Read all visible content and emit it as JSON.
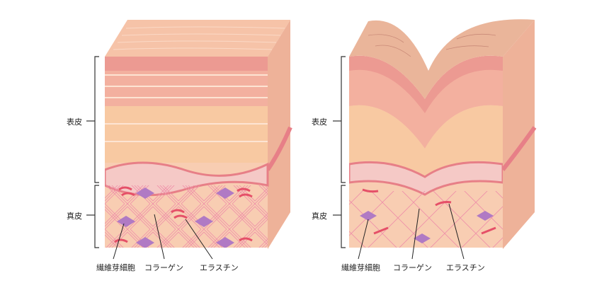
{
  "left_diagram": {
    "state": "healthy-skin",
    "layer_labels": {
      "epidermis": "表皮",
      "dermis": "真皮"
    },
    "callouts": {
      "fibroblast": "繊維芽細胞",
      "collagen": "コラーゲン",
      "elastin": "エラスチン"
    }
  },
  "right_diagram": {
    "state": "wrinkled-skin",
    "layer_labels": {
      "epidermis": "表皮",
      "dermis": "真皮"
    },
    "callouts": {
      "fibroblast": "繊維芽細胞",
      "collagen": "コラーゲン",
      "elastin": "エラスチン"
    }
  },
  "colors": {
    "stratum_corneum": "#f6c3a8",
    "granular_layer": "#ec9a92",
    "spinous_layer": "#f3b09f",
    "basal_layer_lower": "#f8c9a2",
    "basal_cells": "#f5c9c6",
    "basement_membrane": "#e77f87",
    "dermis": "#f8cdb2",
    "collagen_fiber": "#ef8fa8",
    "elastin_fiber": "#e55068",
    "fibroblast": "#b07ac4",
    "side_face": "#eeb299",
    "bracket_line": "#333333"
  }
}
